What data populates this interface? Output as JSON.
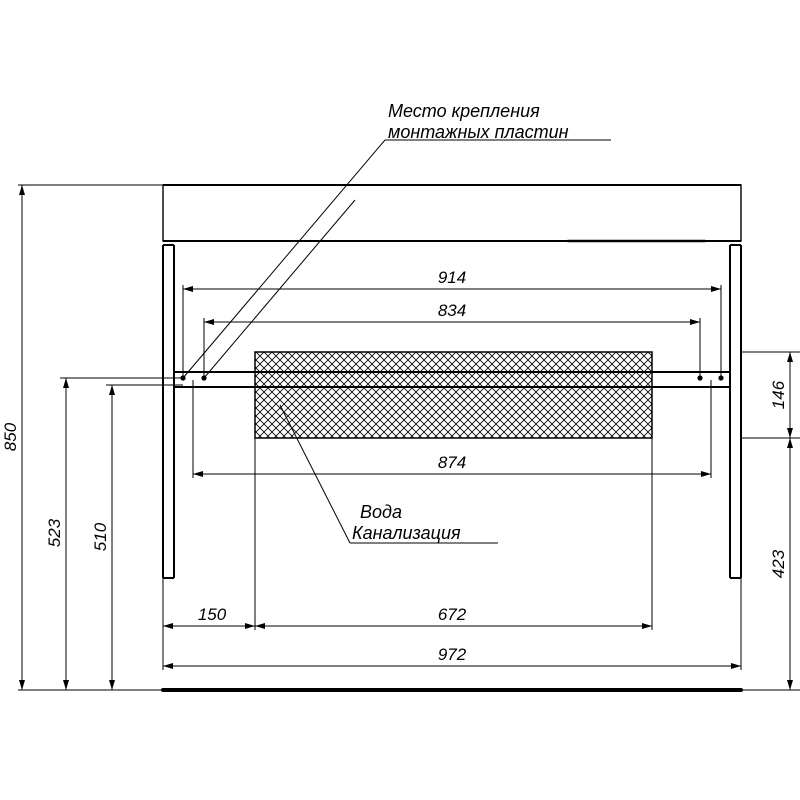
{
  "labels": {
    "mount_note_line1": "Место крепления",
    "mount_note_line2": "монтажных пластин",
    "utility_note_line1": "Вода",
    "utility_note_line2": "Канализация"
  },
  "dimensions": {
    "total_height": "850",
    "mount_height_523": "523",
    "mount_height_510": "510",
    "zone_height_146": "146",
    "zone_bottom_423": "423",
    "span_914": "914",
    "span_834": "834",
    "span_874": "874",
    "offset_150": "150",
    "width_672": "672",
    "total_width": "972"
  }
}
